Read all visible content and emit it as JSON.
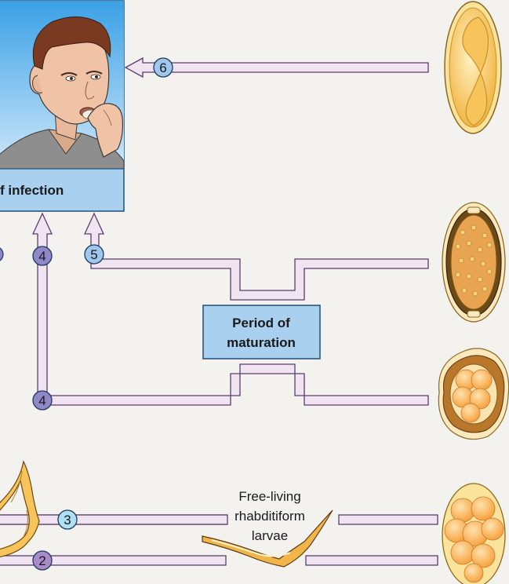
{
  "infection_box": {
    "label": "f infection"
  },
  "maturation_box": {
    "line1": "Period of",
    "line2": "maturation"
  },
  "free_living": {
    "line1": "Free-living",
    "line2": "rhabditiform",
    "line3": "larvae"
  },
  "markers": {
    "m6": "6",
    "m5": "5",
    "m4a": "4",
    "m4b": "4",
    "m3": "3",
    "m2": "2"
  },
  "colors": {
    "background": "#f4f2ef",
    "box_blue": "#a9d0ef",
    "box_border": "#1f4e79",
    "pathway_fill": "#f0e4f0",
    "pathway_stroke": "#5a3c6e",
    "marker_blue": "#9fc6ec",
    "marker_violet": "#8f87c8",
    "marker_lightblue": "#aee0f4",
    "marker_purple": "#a98bc9",
    "egg_yellow": "#f4b63c",
    "egg_shell": "#fde7a8"
  }
}
